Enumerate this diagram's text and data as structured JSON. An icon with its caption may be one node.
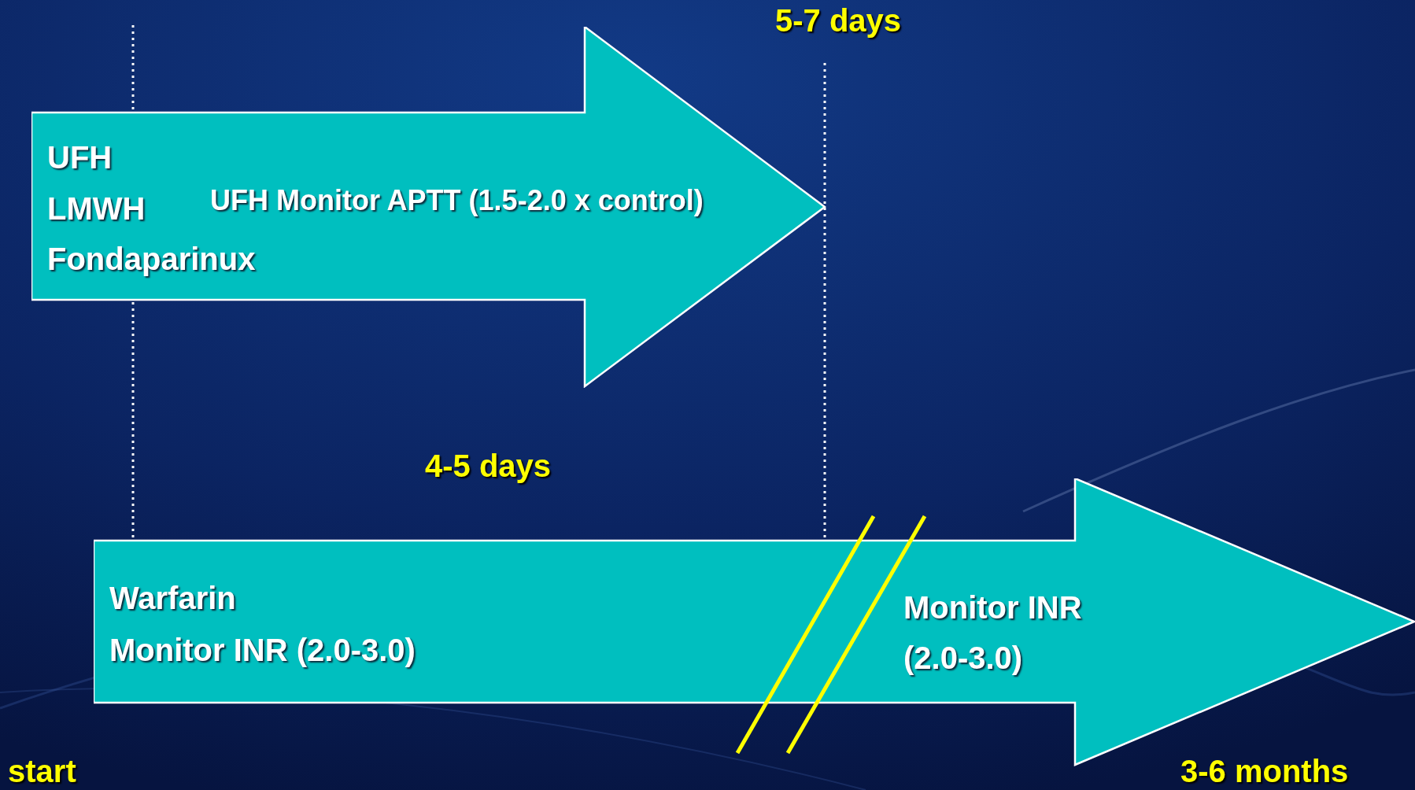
{
  "diagram": {
    "nodes": [
      {
        "text": [
          "UFH",
          "LMWH",
          "Fondaparinux",
          "UFH Monitor APTT (1.5-2.0 x control)"
        ]
      },
      {
        "text": [
          "Warfarin",
          "Monitor INR (2.0-3.0)",
          "Monitor INR (2.0-3.0)"
        ]
      }
    ],
    "labels": [
      "5-7 days",
      "4-5 days",
      "start",
      "3-6 months"
    ]
  }
}
